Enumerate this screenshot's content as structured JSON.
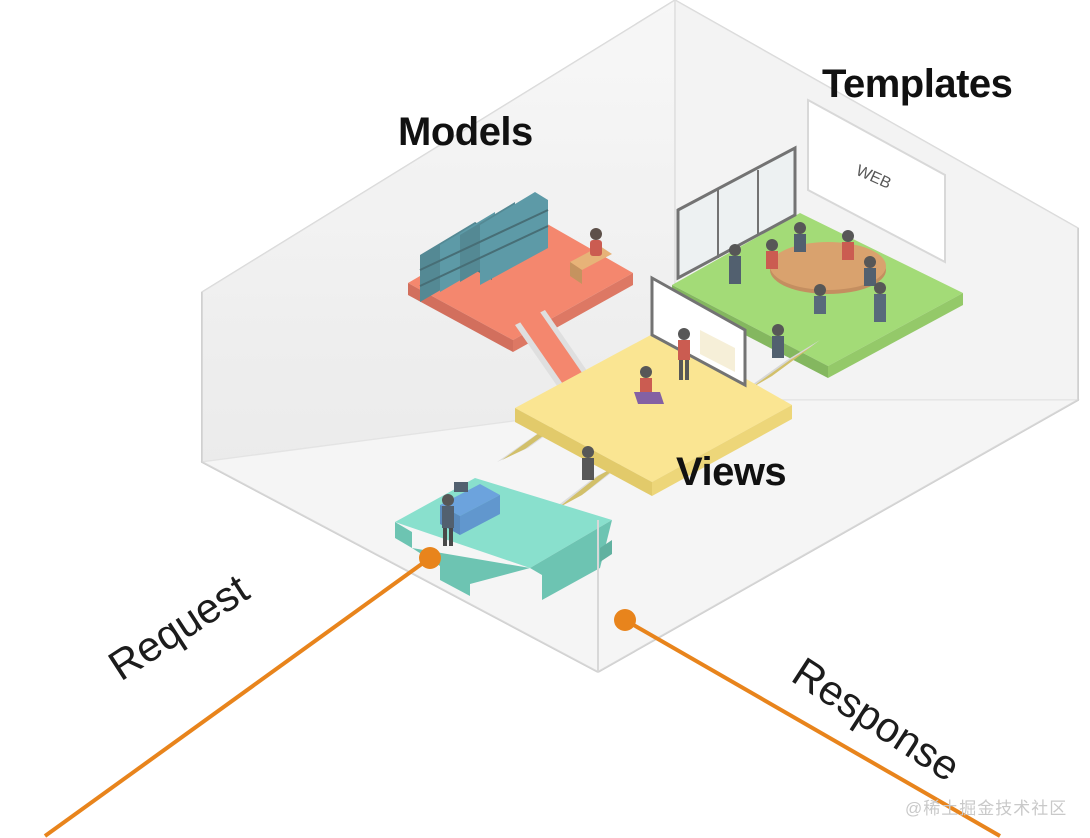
{
  "labels": {
    "models": "Models",
    "templates": "Templates",
    "views": "Views",
    "request": "Request",
    "response": "Response",
    "screen_text": "WEB",
    "watermark": "@稀土掘金技术社区"
  },
  "colors": {
    "models_floor": "#f26d4f",
    "templates_floor": "#8fd35a",
    "views_floor": "#f9e07a",
    "entrance_floor": "#6fd9c3",
    "arrow": "#e8841c",
    "box_edge": "#d6d6d6"
  }
}
